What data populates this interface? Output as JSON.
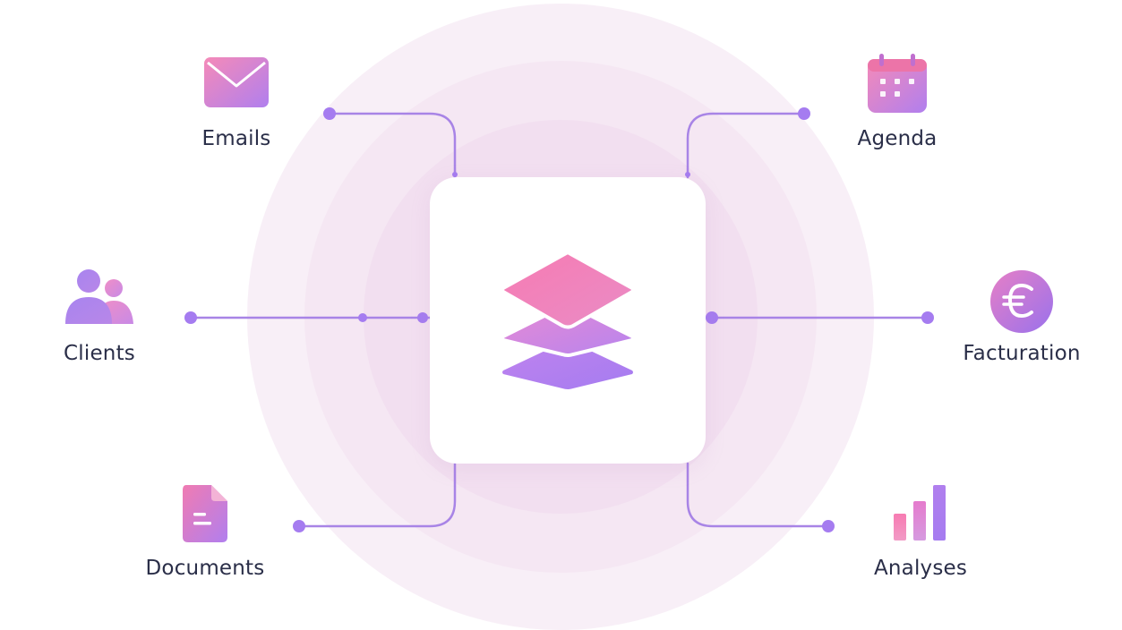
{
  "diagram": {
    "hub_icon": "layers-icon",
    "nodes": [
      {
        "id": "emails",
        "label": "Emails",
        "icon": "envelope-icon"
      },
      {
        "id": "agenda",
        "label": "Agenda",
        "icon": "calendar-icon"
      },
      {
        "id": "clients",
        "label": "Clients",
        "icon": "users-icon"
      },
      {
        "id": "facturation",
        "label": "Facturation",
        "icon": "euro-icon"
      },
      {
        "id": "documents",
        "label": "Documents",
        "icon": "document-icon"
      },
      {
        "id": "analyses",
        "label": "Analyses",
        "icon": "bar-chart-icon"
      }
    ],
    "colors": {
      "pink": "#f07bb0",
      "purple": "#a57cf0",
      "connector": "#a884e6",
      "label_text": "#2a2e48"
    }
  }
}
